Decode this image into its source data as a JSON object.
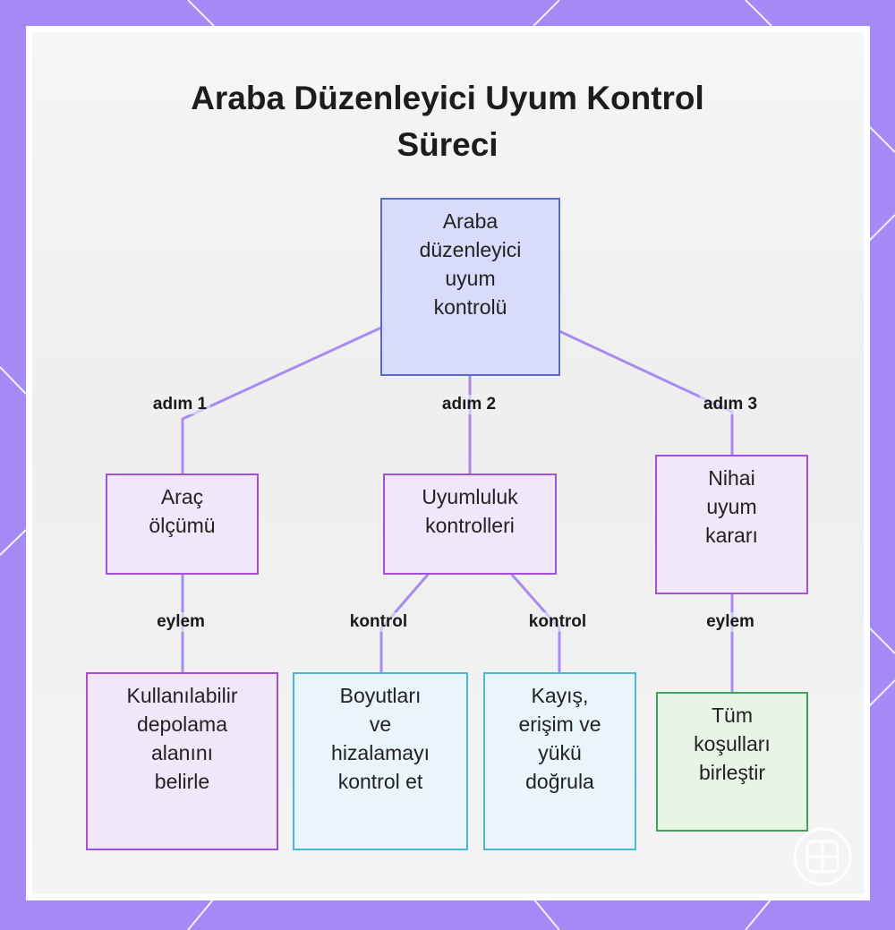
{
  "title_lines": [
    "Araba Düzenleyici Uyum Kontrol",
    "Süreci"
  ],
  "nodes": {
    "root": [
      "Araba",
      "düzenleyici",
      "uyum",
      "kontrolü"
    ],
    "measure": [
      "Araç",
      "ölçümü"
    ],
    "compat": [
      "Uyumluluk",
      "kontrolleri"
    ],
    "final": [
      "Nihai",
      "uyum",
      "kararı"
    ],
    "storage": [
      "Kullanılabilir",
      "depolama",
      "alanını",
      "belirle"
    ],
    "dimensions": [
      "Boyutları",
      "ve",
      "hizalamayı",
      "kontrol et"
    ],
    "mounting": [
      "Kayış,",
      "erişim ve",
      "yükü",
      "doğrula"
    ],
    "combine": [
      "Tüm",
      "koşulları",
      "birleştir"
    ]
  },
  "edge_labels": {
    "step1": "adım 1",
    "step2": "adım 2",
    "step3": "adım 3",
    "action1": "eylem",
    "check1": "kontrol",
    "check2": "kontrol",
    "action2": "eylem"
  },
  "colors": {
    "frame": "#a58af5",
    "edge": "#a98af0",
    "root_fill": "#d9dbfb",
    "root_border": "#5b69c9",
    "purple_fill": "#f1e7fb",
    "purple_border": "#a64fd6",
    "blue_fill": "#e9f4fb",
    "blue_border": "#4cb7dd",
    "green_fill": "#e8f4e6",
    "green_border": "#3da553"
  }
}
